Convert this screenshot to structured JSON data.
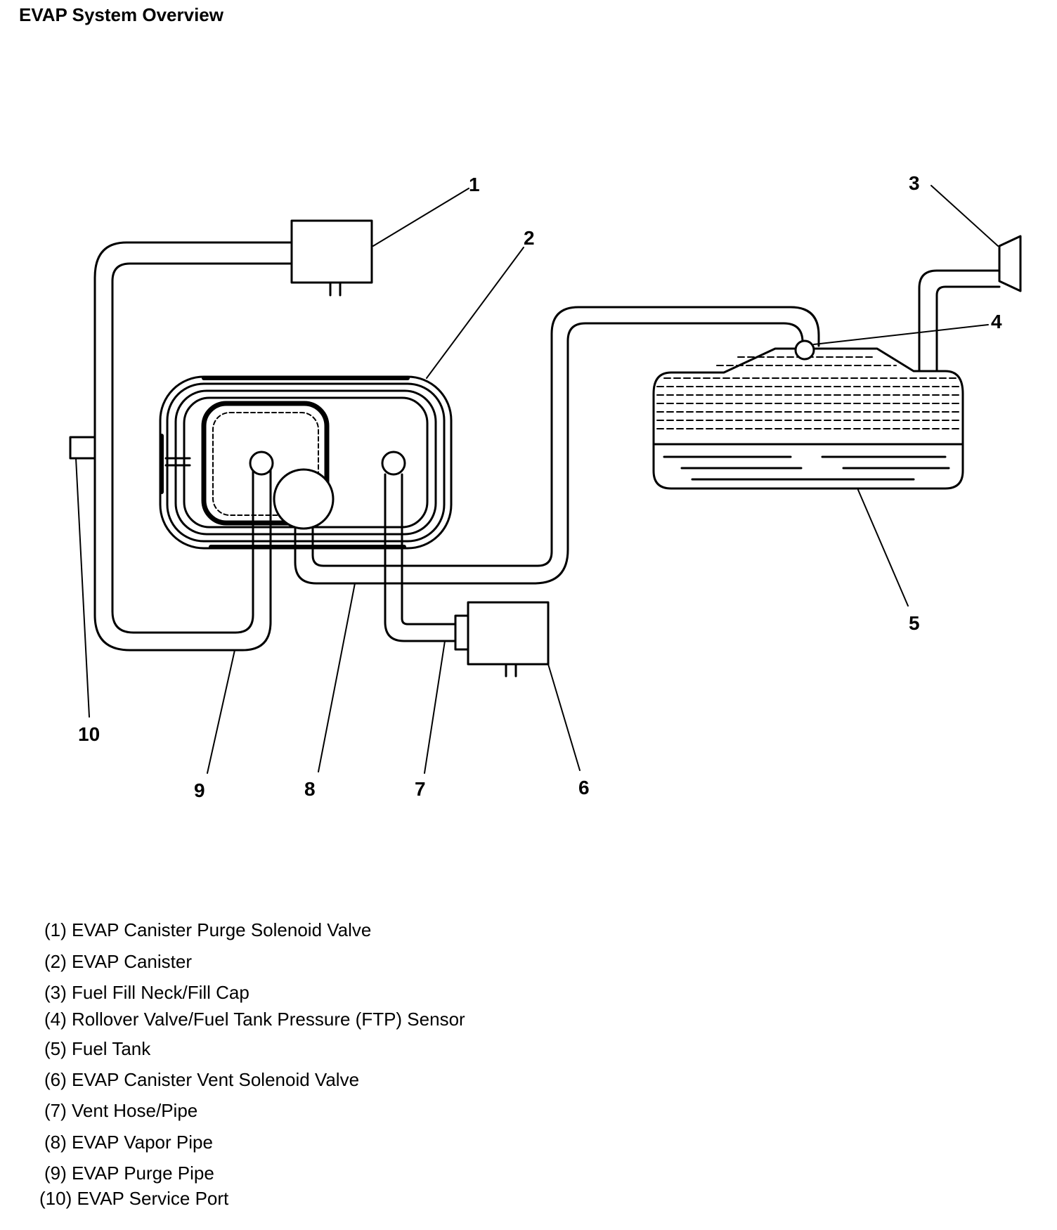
{
  "title": "EVAP System Overview",
  "callouts": [
    "1",
    "2",
    "3",
    "4",
    "5",
    "6",
    "7",
    "8",
    "9",
    "10"
  ],
  "legend": [
    "(1) EVAP Canister Purge Solenoid Valve",
    "(2) EVAP Canister",
    "(3) Fuel Fill Neck/Fill Cap",
    "(4) Rollover Valve/Fuel Tank Pressure (FTP) Sensor",
    "(5) Fuel Tank",
    "(6) EVAP Canister Vent Solenoid Valve",
    "(7) Vent Hose/Pipe",
    "(8) EVAP Vapor Pipe",
    "(9) EVAP Purge Pipe",
    "(10) EVAP Service Port"
  ]
}
